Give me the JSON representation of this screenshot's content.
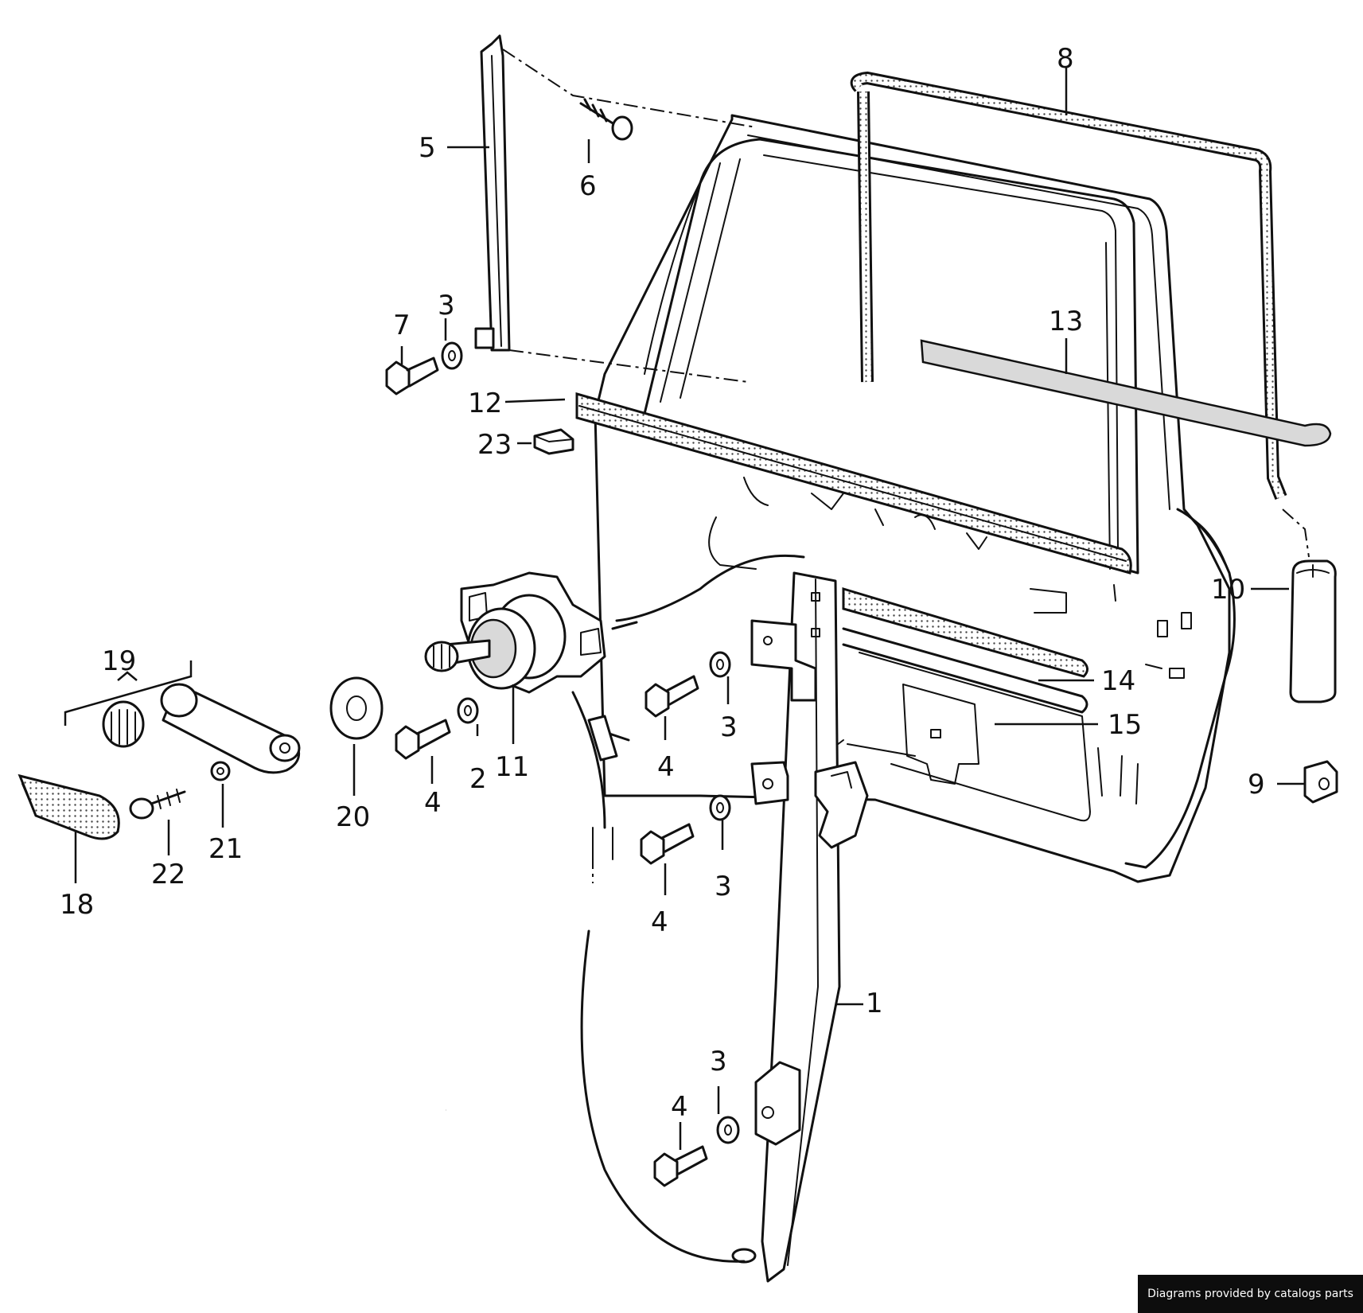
{
  "credit": "Diagrams provided by catalogs parts",
  "callouts": [
    "1",
    "2",
    "3",
    "4",
    "5",
    "6",
    "7",
    "8",
    "9",
    "10",
    "11",
    "12",
    "13",
    "14",
    "15",
    "18",
    "19",
    "20",
    "21",
    "22",
    "23"
  ]
}
